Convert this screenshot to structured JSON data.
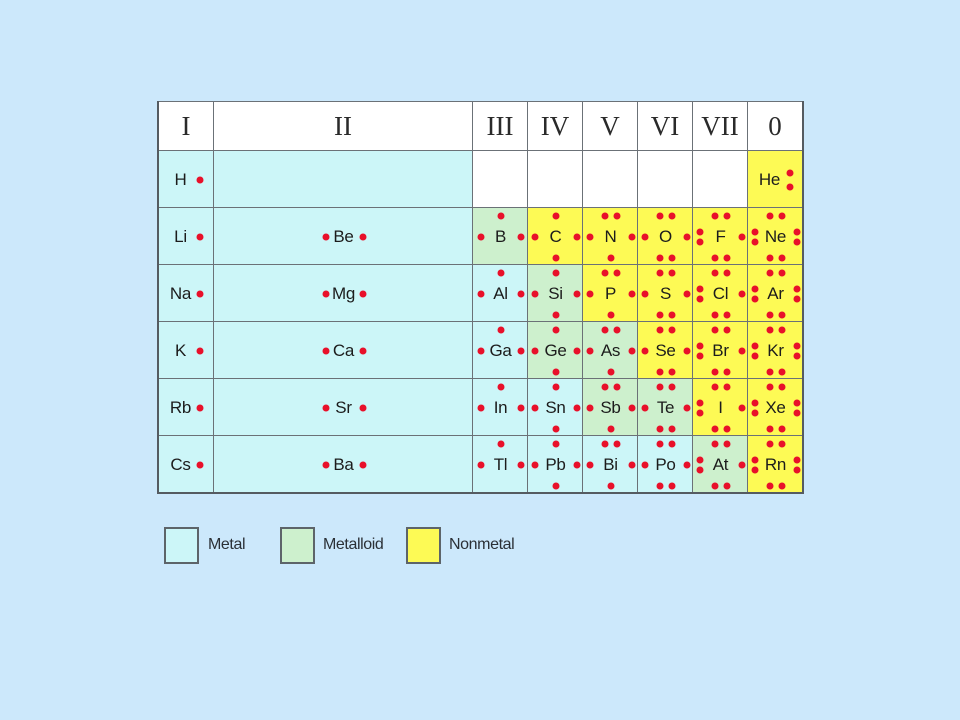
{
  "colors": {
    "background": "#cce8fb",
    "metal": "#ccf6f8",
    "metalloid": "#cdf0cd",
    "nonmetal": "#fdfa55",
    "dot": "#e8102a",
    "header": "#ffffff"
  },
  "groups": [
    "I",
    "II",
    "III",
    "IV",
    "V",
    "VI",
    "VII",
    "0"
  ],
  "elements": [
    {
      "symbol": "H",
      "group": 0,
      "period": 1,
      "type": "metal",
      "electrons": 1
    },
    {
      "symbol": "He",
      "group": 7,
      "period": 1,
      "type": "nonmetal",
      "electrons": 2
    },
    {
      "symbol": "Li",
      "group": 0,
      "period": 2,
      "type": "metal",
      "electrons": 1
    },
    {
      "symbol": "Be",
      "group": 1,
      "period": 2,
      "type": "metal",
      "electrons": 2
    },
    {
      "symbol": "B",
      "group": 2,
      "period": 2,
      "type": "metalloid",
      "electrons": 3
    },
    {
      "symbol": "C",
      "group": 3,
      "period": 2,
      "type": "nonmetal",
      "electrons": 4
    },
    {
      "symbol": "N",
      "group": 4,
      "period": 2,
      "type": "nonmetal",
      "electrons": 5
    },
    {
      "symbol": "O",
      "group": 5,
      "period": 2,
      "type": "nonmetal",
      "electrons": 6
    },
    {
      "symbol": "F",
      "group": 6,
      "period": 2,
      "type": "nonmetal",
      "electrons": 7
    },
    {
      "symbol": "Ne",
      "group": 7,
      "period": 2,
      "type": "nonmetal",
      "electrons": 8
    },
    {
      "symbol": "Na",
      "group": 0,
      "period": 3,
      "type": "metal",
      "electrons": 1
    },
    {
      "symbol": "Mg",
      "group": 1,
      "period": 3,
      "type": "metal",
      "electrons": 2
    },
    {
      "symbol": "Al",
      "group": 2,
      "period": 3,
      "type": "metal",
      "electrons": 3
    },
    {
      "symbol": "Si",
      "group": 3,
      "period": 3,
      "type": "metalloid",
      "electrons": 4
    },
    {
      "symbol": "P",
      "group": 4,
      "period": 3,
      "type": "nonmetal",
      "electrons": 5
    },
    {
      "symbol": "S",
      "group": 5,
      "period": 3,
      "type": "nonmetal",
      "electrons": 6
    },
    {
      "symbol": "Cl",
      "group": 6,
      "period": 3,
      "type": "nonmetal",
      "electrons": 7
    },
    {
      "symbol": "Ar",
      "group": 7,
      "period": 3,
      "type": "nonmetal",
      "electrons": 8
    },
    {
      "symbol": "K",
      "group": 0,
      "period": 4,
      "type": "metal",
      "electrons": 1
    },
    {
      "symbol": "Ca",
      "group": 1,
      "period": 4,
      "type": "metal",
      "electrons": 2
    },
    {
      "symbol": "Ga",
      "group": 2,
      "period": 4,
      "type": "metal",
      "electrons": 3
    },
    {
      "symbol": "Ge",
      "group": 3,
      "period": 4,
      "type": "metalloid",
      "electrons": 4
    },
    {
      "symbol": "As",
      "group": 4,
      "period": 4,
      "type": "metalloid",
      "electrons": 5
    },
    {
      "symbol": "Se",
      "group": 5,
      "period": 4,
      "type": "nonmetal",
      "electrons": 6
    },
    {
      "symbol": "Br",
      "group": 6,
      "period": 4,
      "type": "nonmetal",
      "electrons": 7
    },
    {
      "symbol": "Kr",
      "group": 7,
      "period": 4,
      "type": "nonmetal",
      "electrons": 8
    },
    {
      "symbol": "Rb",
      "group": 0,
      "period": 5,
      "type": "metal",
      "electrons": 1
    },
    {
      "symbol": "Sr",
      "group": 1,
      "period": 5,
      "type": "metal",
      "electrons": 2
    },
    {
      "symbol": "In",
      "group": 2,
      "period": 5,
      "type": "metal",
      "electrons": 3
    },
    {
      "symbol": "Sn",
      "group": 3,
      "period": 5,
      "type": "metal",
      "electrons": 4
    },
    {
      "symbol": "Sb",
      "group": 4,
      "period": 5,
      "type": "metalloid",
      "electrons": 5
    },
    {
      "symbol": "Te",
      "group": 5,
      "period": 5,
      "type": "metalloid",
      "electrons": 6
    },
    {
      "symbol": "I",
      "group": 6,
      "period": 5,
      "type": "nonmetal",
      "electrons": 7
    },
    {
      "symbol": "Xe",
      "group": 7,
      "period": 5,
      "type": "nonmetal",
      "electrons": 8
    },
    {
      "symbol": "Cs",
      "group": 0,
      "period": 6,
      "type": "metal",
      "electrons": 1
    },
    {
      "symbol": "Ba",
      "group": 1,
      "period": 6,
      "type": "metal",
      "electrons": 2
    },
    {
      "symbol": "Tl",
      "group": 2,
      "period": 6,
      "type": "metal",
      "electrons": 3
    },
    {
      "symbol": "Pb",
      "group": 3,
      "period": 6,
      "type": "metal",
      "electrons": 4
    },
    {
      "symbol": "Bi",
      "group": 4,
      "period": 6,
      "type": "metal",
      "electrons": 5
    },
    {
      "symbol": "Po",
      "group": 5,
      "period": 6,
      "type": "metal",
      "electrons": 6
    },
    {
      "symbol": "At",
      "group": 6,
      "period": 6,
      "type": "metalloid",
      "electrons": 7
    },
    {
      "symbol": "Rn",
      "group": 7,
      "period": 6,
      "type": "nonmetal",
      "electrons": 8
    }
  ],
  "legend": [
    {
      "label": "Metal",
      "type": "metal"
    },
    {
      "label": "Metalloid",
      "type": "metalloid"
    },
    {
      "label": "Nonmetal",
      "type": "nonmetal"
    }
  ]
}
